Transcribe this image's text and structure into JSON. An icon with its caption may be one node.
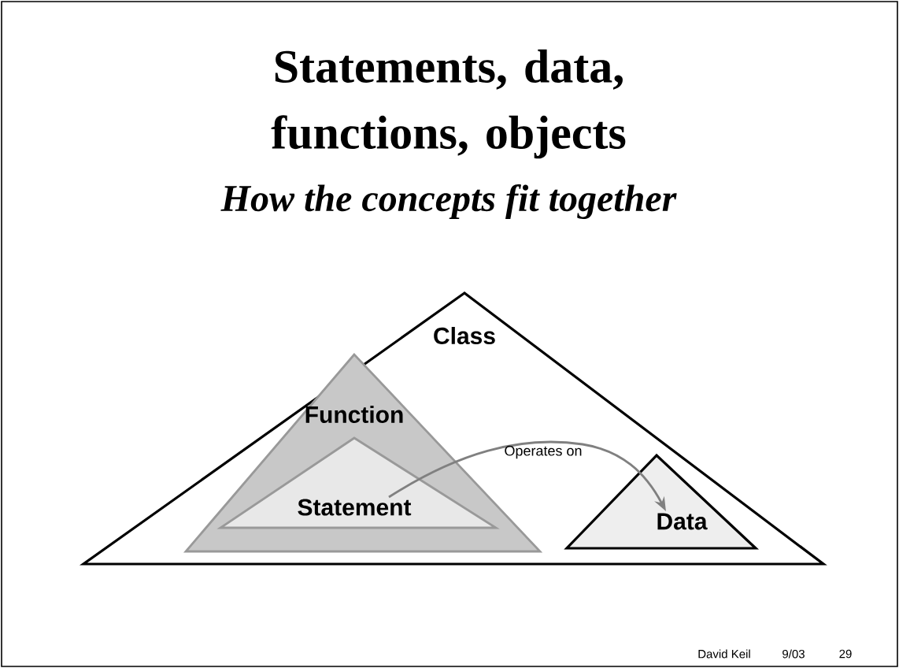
{
  "diagram": {
    "title": "Statements, data, functions, objects",
    "nodes": [
      {
        "text": [
          "Class"
        ]
      },
      {
        "text": [
          "Function"
        ],
        "in": 0
      },
      {
        "text": [
          "Statement"
        ],
        "in": 1
      },
      {
        "text": [
          "Data"
        ],
        "in": 0
      }
    ],
    "edges": [
      {
        "from": 2,
        "to": 3,
        "arrow": "to",
        "label": "Operates on",
        "color": "#808080"
      }
    ],
    "labels": [
      "How the concepts fit together",
      "David Keil",
      "9/03",
      "29"
    ]
  }
}
